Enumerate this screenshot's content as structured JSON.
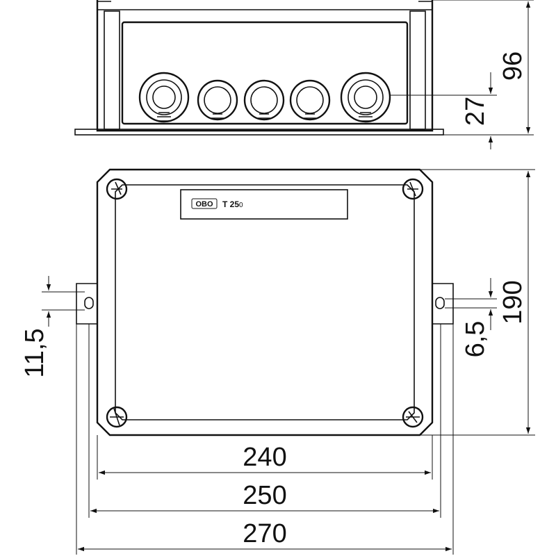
{
  "product": {
    "brand": "OBO",
    "model": "T 25",
    "model_suffix": "0"
  },
  "dimensions": {
    "height_total": "96",
    "entry_height": "27",
    "depth": "190",
    "slot_offset": "6,5",
    "slot_width": "11,5",
    "width_inner": "240",
    "width_body": "250",
    "width_total": "270"
  }
}
